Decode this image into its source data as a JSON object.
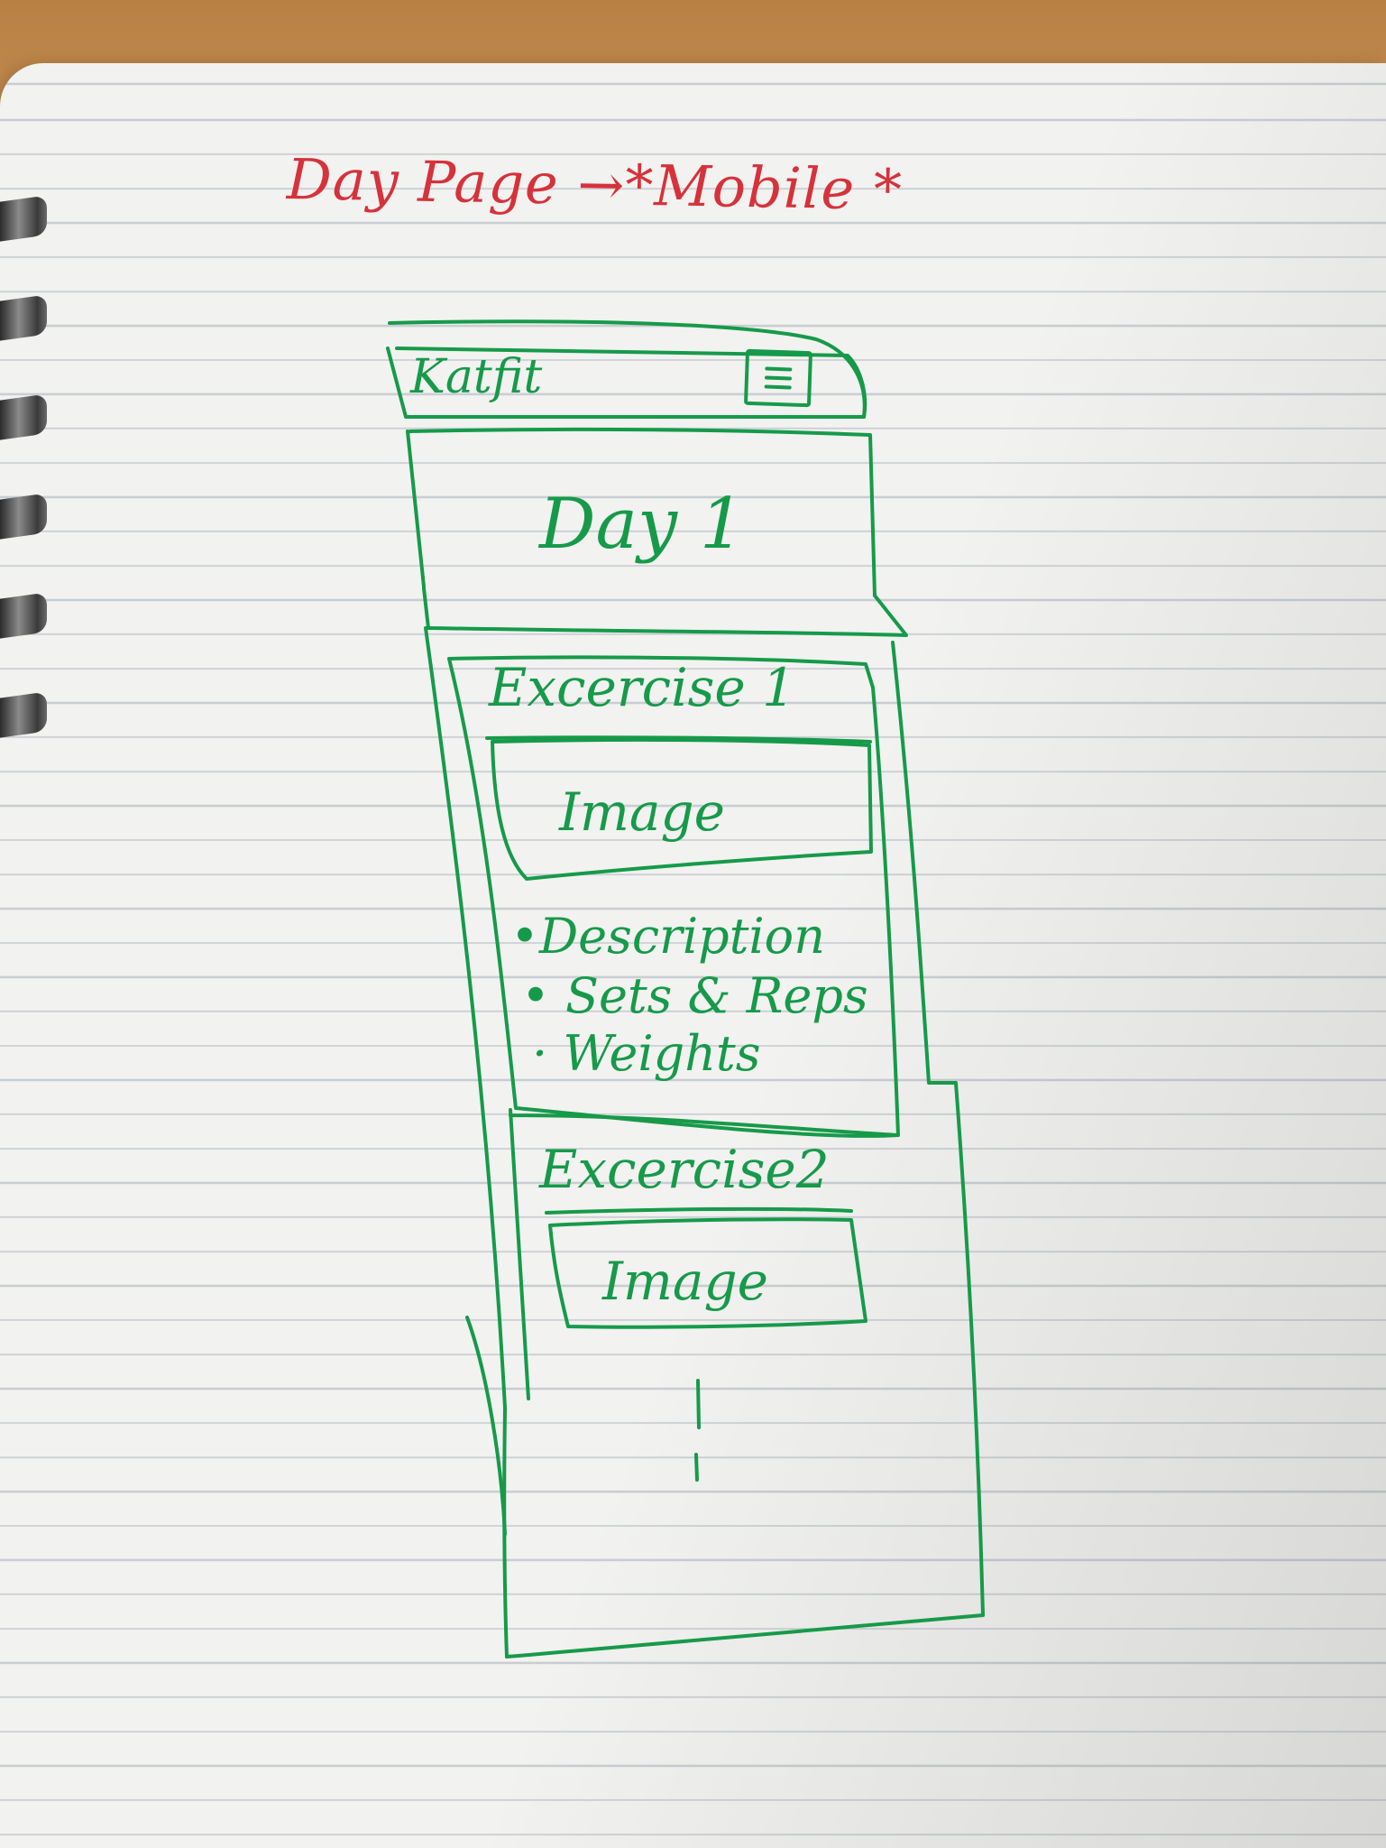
{
  "sketch": {
    "heading": "Day Page →*Mobile *",
    "header": {
      "brand": "Katfit",
      "menu_icon": "hamburger-menu-icon"
    },
    "day": {
      "title": "Day 1"
    },
    "exercises": [
      {
        "title": "Excercise 1",
        "image_label": "Image",
        "details": [
          "•Description",
          "• Sets & Reps",
          "· Weights"
        ]
      },
      {
        "title": "Excercise2",
        "image_label": "Image"
      }
    ],
    "colors": {
      "green_ink": "#169a4a",
      "red_ink": "#d6323b",
      "paper": "#f2f2f0"
    }
  }
}
